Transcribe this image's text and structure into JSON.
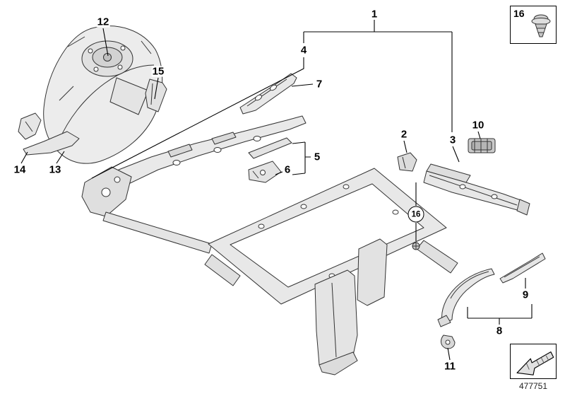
{
  "diagram": {
    "number": "477751",
    "background_color": "#ffffff",
    "line_color": "#000000"
  },
  "callouts": [
    {
      "label": "1"
    },
    {
      "label": "2"
    },
    {
      "label": "3"
    },
    {
      "label": "4"
    },
    {
      "label": "5"
    },
    {
      "label": "6"
    },
    {
      "label": "7"
    },
    {
      "label": "8"
    },
    {
      "label": "9"
    },
    {
      "label": "10"
    },
    {
      "label": "11"
    },
    {
      "label": "12"
    },
    {
      "label": "13"
    },
    {
      "label": "14"
    },
    {
      "label": "15"
    }
  ],
  "circled_callout": {
    "label": "16"
  },
  "legend": {
    "grommet_box": {
      "label": "16",
      "icon": "grommet-plug-icon"
    },
    "direction_box": {
      "icon": "direction-arrow-icon"
    }
  }
}
